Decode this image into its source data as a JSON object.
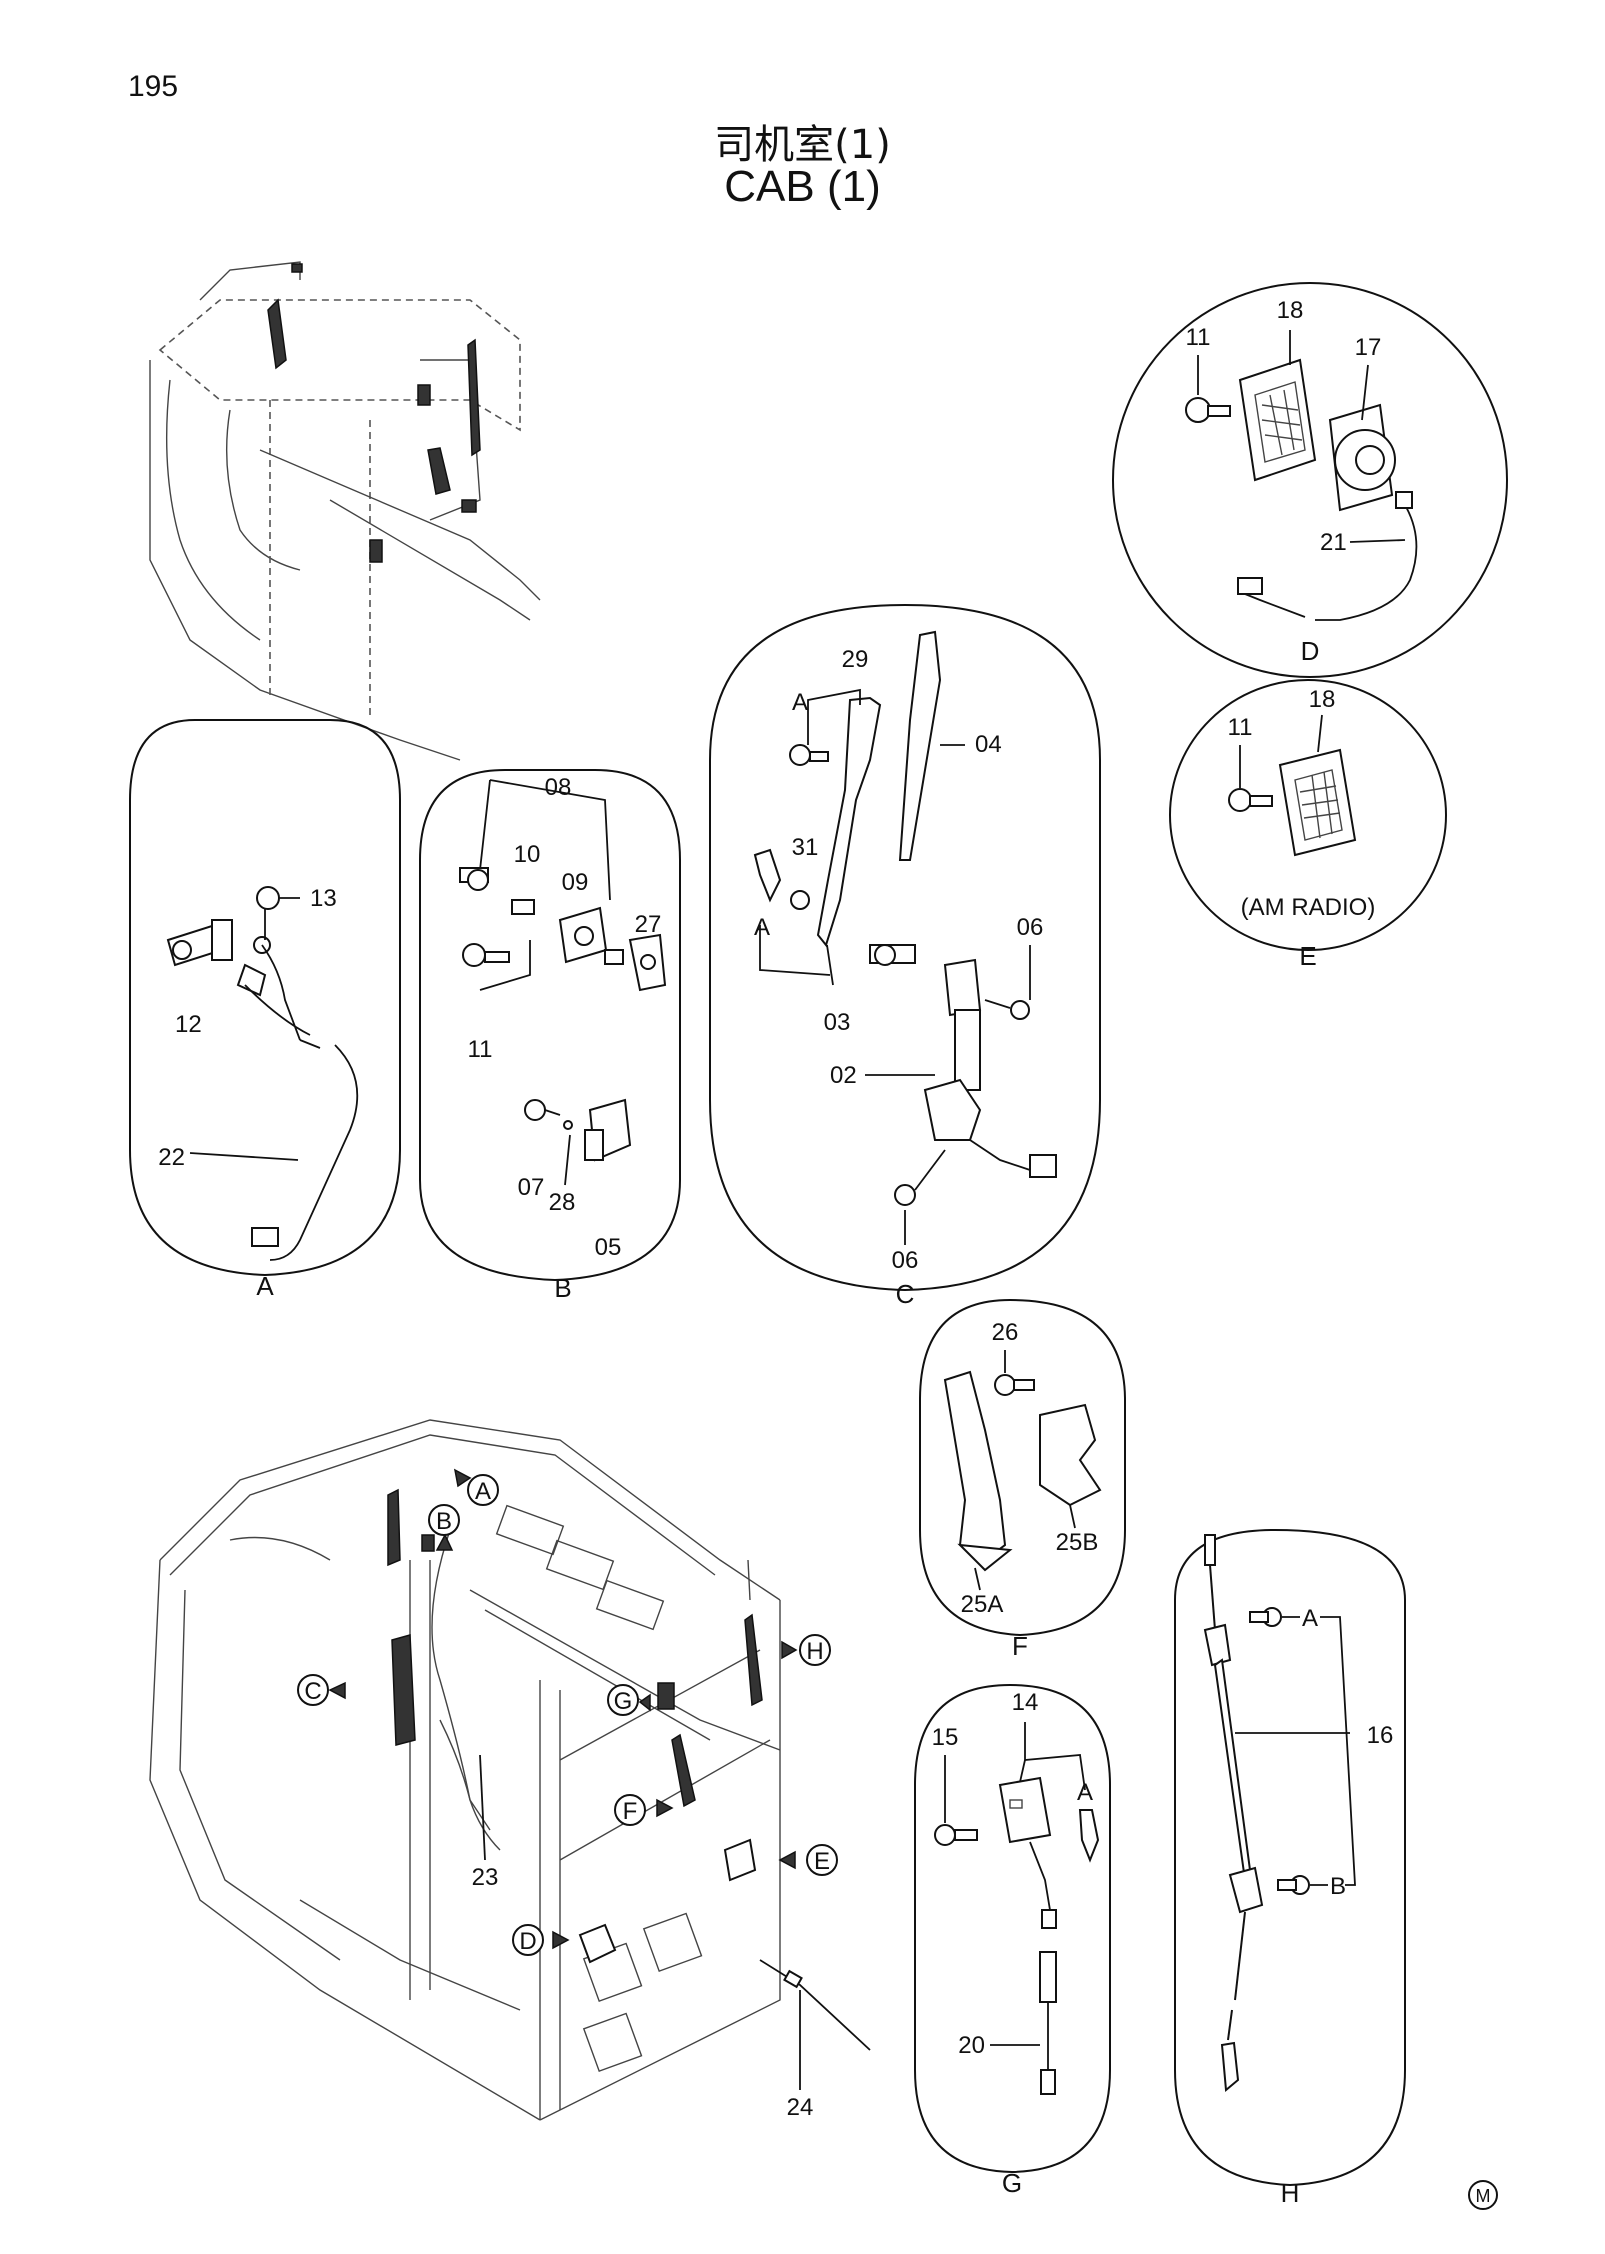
{
  "page": {
    "number": "195",
    "title_cn": "司机室(1)",
    "title_en": "CAB (1)",
    "mark": "M"
  },
  "details": {
    "A": {
      "caption": "A",
      "labels": [
        "13",
        "12",
        "22"
      ]
    },
    "B": {
      "caption": "B",
      "labels": [
        "08",
        "10",
        "09",
        "27",
        "11",
        "07",
        "28",
        "05"
      ]
    },
    "C": {
      "caption": "C",
      "labels": [
        "29",
        "A",
        "04",
        "31",
        "A",
        "06",
        "03",
        "02",
        "06"
      ]
    },
    "D": {
      "caption": "D",
      "labels": [
        "11",
        "18",
        "17",
        "21"
      ]
    },
    "E": {
      "caption": "E",
      "labels": [
        "11",
        "18"
      ],
      "note": "(AM RADIO)"
    },
    "F": {
      "caption": "F",
      "labels": [
        "26",
        "25A",
        "25B"
      ]
    },
    "G": {
      "caption": "G",
      "labels": [
        "14",
        "15",
        "A",
        "20"
      ]
    },
    "H": {
      "caption": "H",
      "labels": [
        "A",
        "16",
        "B"
      ]
    }
  },
  "overview": {
    "callouts": [
      "A",
      "B",
      "C",
      "G",
      "H",
      "F",
      "E",
      "D"
    ],
    "labels": [
      "23",
      "24"
    ]
  }
}
